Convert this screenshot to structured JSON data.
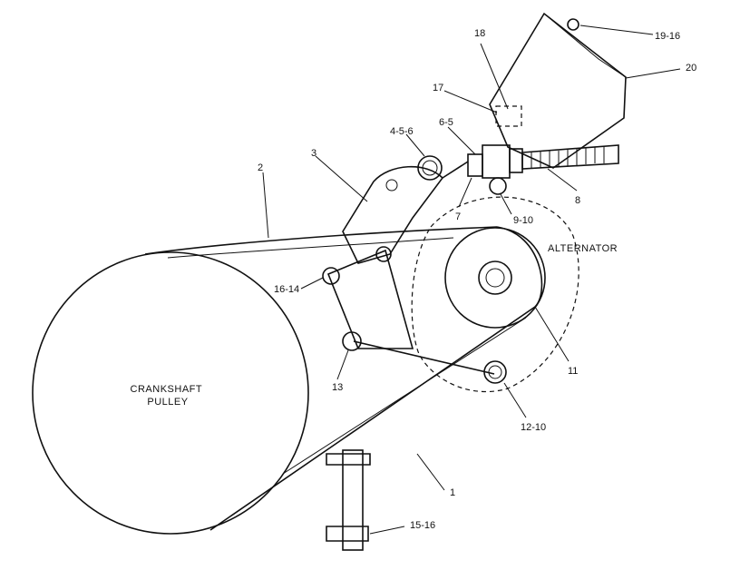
{
  "components": {
    "crankshaft_pulley": "CRANKSHAFT\nPULLEY",
    "alternator": "ALTERNATOR"
  },
  "callouts": {
    "c1": "1",
    "c2": "2",
    "c3": "3",
    "c4_5_6": "4-5-6",
    "c6_5": "6-5",
    "c7": "7",
    "c8": "8",
    "c9_10": "9-10",
    "c11": "11",
    "c12_10": "12-10",
    "c13": "13",
    "c15_16": "15-16",
    "c16_14": "16-14",
    "c17": "17",
    "c18": "18",
    "c19_16": "19-16",
    "c20": "20"
  }
}
